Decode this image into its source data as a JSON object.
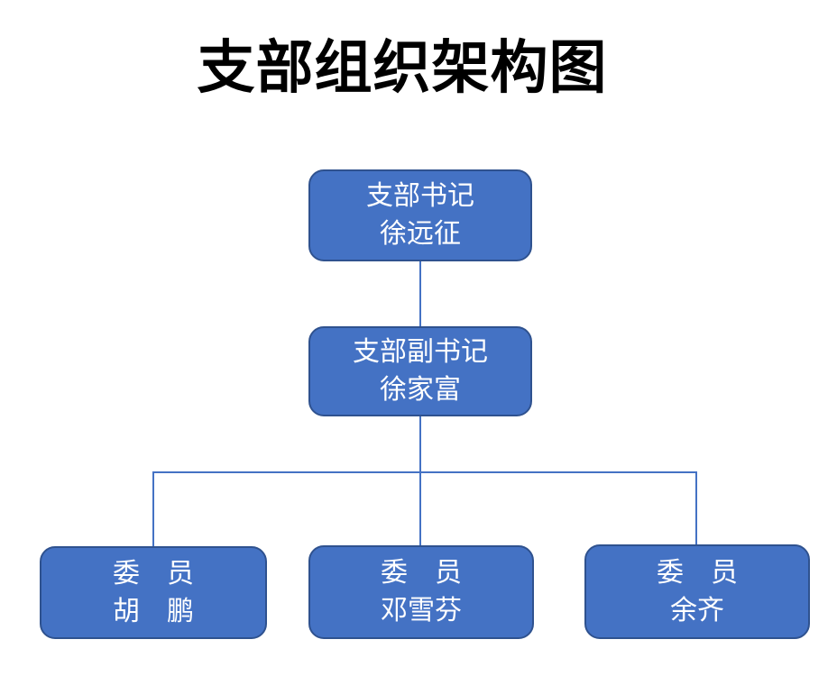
{
  "title": "支部组织架构图",
  "colors": {
    "node_fill": "#4472C4",
    "node_border": "#2F528F",
    "connector": "#4472C4",
    "node_text": "#FFFFFF",
    "title_text": "#000000",
    "page_background": "#FFFFFF"
  },
  "nodes": [
    {
      "id": "secretary",
      "role": "支部书记",
      "name": "徐远征"
    },
    {
      "id": "deputy-secretary",
      "role": "支部副书记",
      "name": "徐家富"
    },
    {
      "id": "member-1",
      "role": "委　员",
      "name": "胡　鹏"
    },
    {
      "id": "member-2",
      "role": "委　员",
      "name": "邓雪芬"
    },
    {
      "id": "member-3",
      "role": "委　员",
      "name": "余齐"
    }
  ],
  "edges": [
    {
      "from": "secretary",
      "to": "deputy-secretary"
    },
    {
      "from": "deputy-secretary",
      "to": "member-1"
    },
    {
      "from": "deputy-secretary",
      "to": "member-2"
    },
    {
      "from": "deputy-secretary",
      "to": "member-3"
    }
  ]
}
